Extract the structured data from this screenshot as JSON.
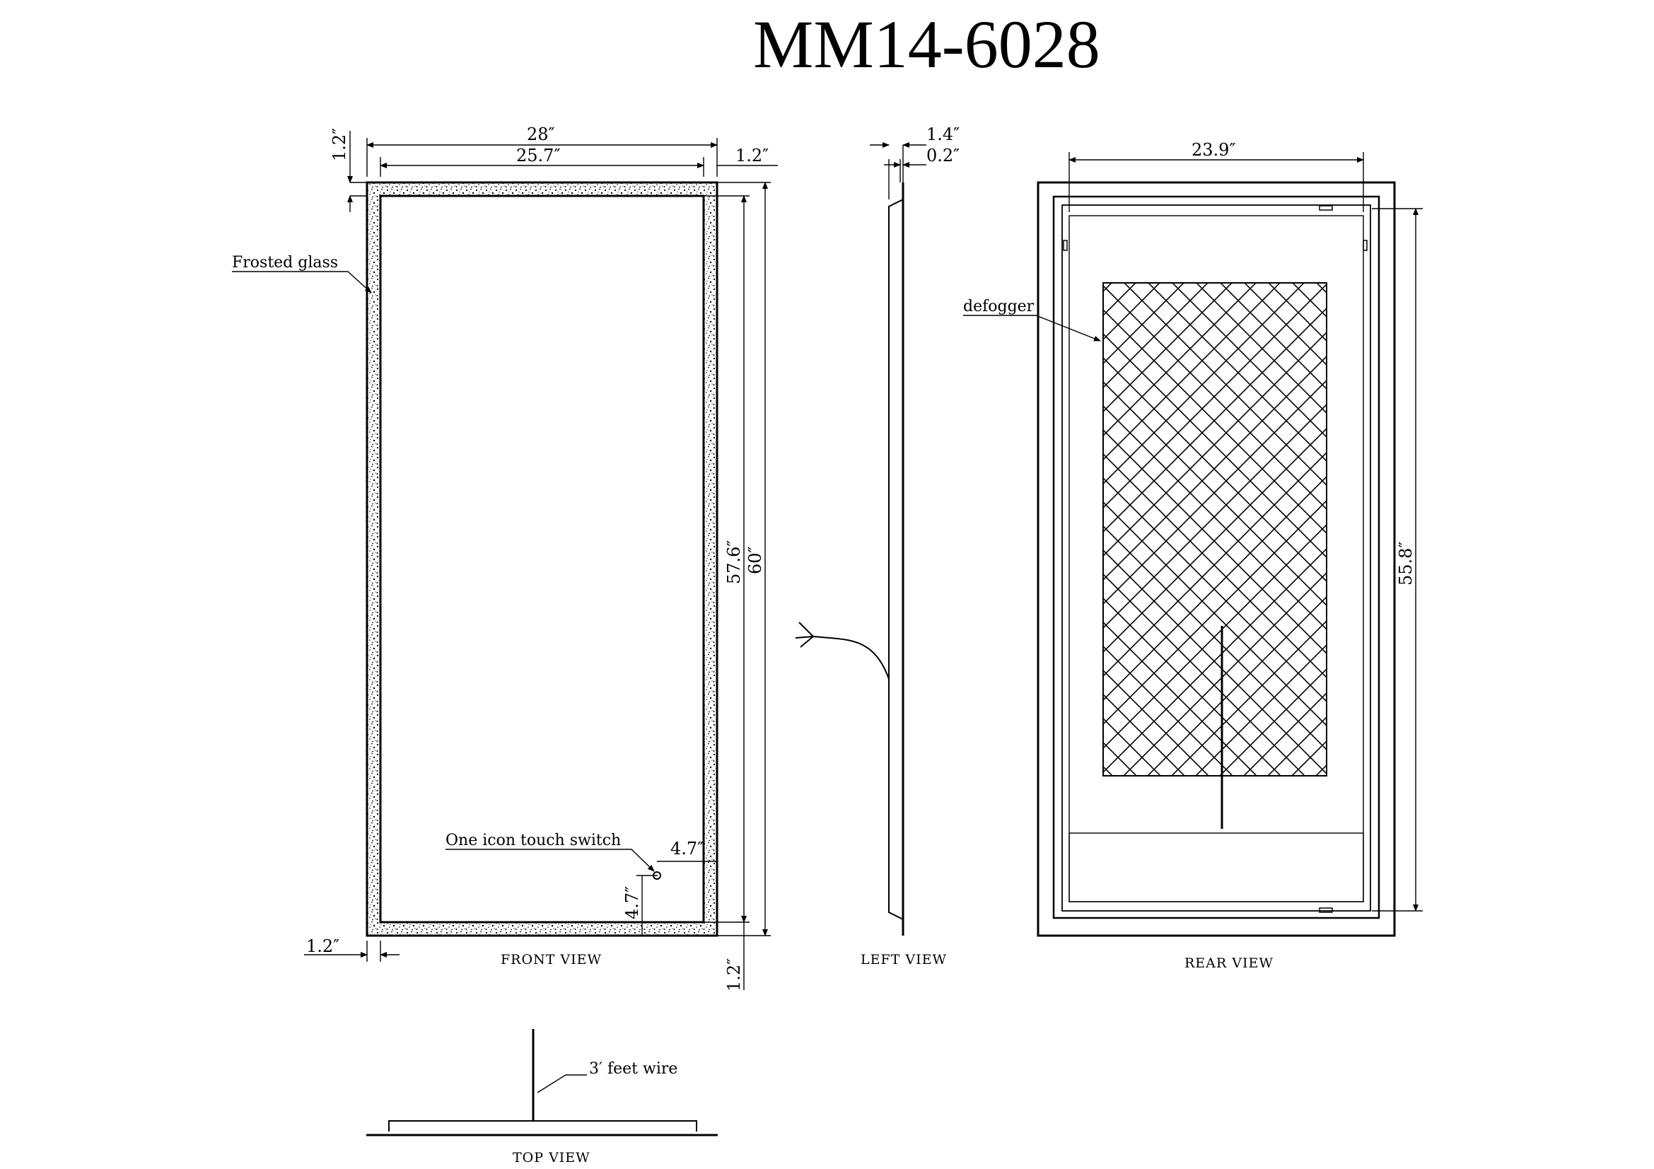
{
  "title": "MM14-6028",
  "views": {
    "front": "FRONT VIEW",
    "left": "LEFT VIEW",
    "rear": "REAR VIEW",
    "top": "TOP VIEW"
  },
  "labels": {
    "frosted_glass": "Frosted glass",
    "touch_switch": "One icon touch switch",
    "defogger": "defogger",
    "wire": "3′ feet wire"
  },
  "dimensions": {
    "front_outer_width": "28″",
    "front_inner_width": "25.7″",
    "front_top_border": "1.2″",
    "front_right_border": "1.2″",
    "front_left_border": "1.2″",
    "front_bottom_border": "1.2″",
    "front_inner_height": "57.6″",
    "front_outer_height": "60″",
    "switch_offset_x": "4.7″",
    "switch_offset_y": "4.7″",
    "side_depth": "1.4″",
    "side_glass": "0.2″",
    "rear_width": "23.9″",
    "rear_height": "55.8″"
  }
}
